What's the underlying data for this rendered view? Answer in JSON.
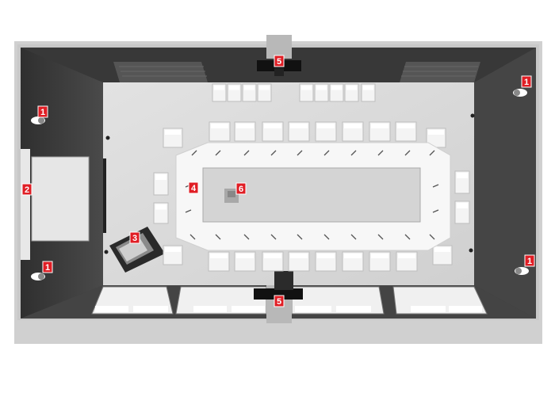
{
  "colors": {
    "marker_red": "#e01e25",
    "outer_frame": "#d4d4d4",
    "wall_dark": "#3e3e3e",
    "floor": "#d9d9d9",
    "furniture": "#f5f5f5"
  },
  "markers": [
    {
      "id": "m1a",
      "label": "1",
      "name": "marker-1-top-left-speaker"
    },
    {
      "id": "m1b",
      "label": "1",
      "name": "marker-1-bottom-left-speaker"
    },
    {
      "id": "m1c",
      "label": "1",
      "name": "marker-1-top-right-speaker"
    },
    {
      "id": "m1d",
      "label": "1",
      "name": "marker-1-bottom-right-speaker"
    },
    {
      "id": "m2",
      "label": "2",
      "name": "marker-2-projection-screen"
    },
    {
      "id": "m3",
      "label": "3",
      "name": "marker-3-control-desk"
    },
    {
      "id": "m4",
      "label": "4",
      "name": "marker-4-table-microphone"
    },
    {
      "id": "m5a",
      "label": "5",
      "name": "marker-5-top-camera"
    },
    {
      "id": "m5b",
      "label": "5",
      "name": "marker-5-bottom-camera"
    },
    {
      "id": "m6",
      "label": "6",
      "name": "marker-6-center-device"
    }
  ]
}
